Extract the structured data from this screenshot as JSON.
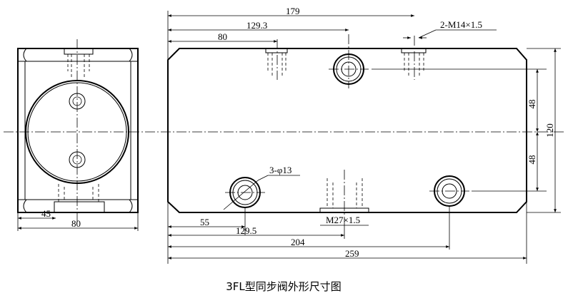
{
  "caption": "3FL型同步阀外形尺寸图",
  "dimensions": {
    "top_179": "179",
    "top_129_3": "129.3",
    "top_80": "80",
    "thread_top": "2-M14×1.5",
    "right_48_upper": "48",
    "right_48_lower": "48",
    "right_120": "120",
    "hole_label": "3-φ13",
    "thread_bottom": "M27×1.5",
    "bottom_55": "55",
    "bottom_129_5": "129.5",
    "bottom_204": "204",
    "bottom_259": "259",
    "side_45": "45",
    "side_80": "80"
  }
}
